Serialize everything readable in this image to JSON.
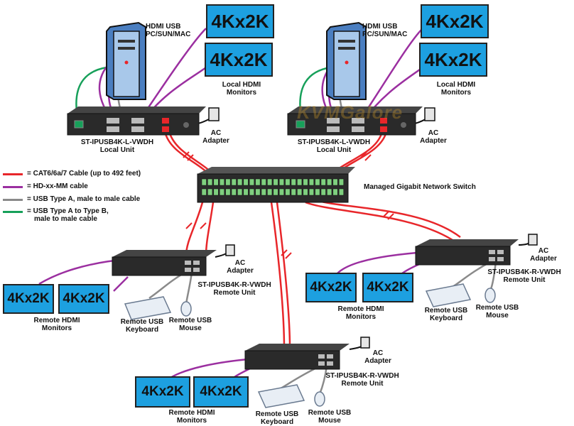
{
  "monitor_text": "4Kx2K",
  "watermark": "KVMGalore",
  "local_units": [
    {
      "pc_line1": "HDMI USB",
      "pc_line2": "PC/SUN/MAC",
      "monitors_line1": "Local HDMI",
      "monitors_line2": "Monitors",
      "ac_line1": "AC",
      "ac_line2": "Adapter",
      "unit_line1": "ST-IPUSB4K-L-VWDH",
      "unit_line2": "Local Unit"
    },
    {
      "pc_line1": "HDMI USB",
      "pc_line2": "PC/SUN/MAC",
      "monitors_line1": "Local HDMI",
      "monitors_line2": "Monitors",
      "ac_line1": "AC",
      "ac_line2": "Adapter",
      "unit_line1": "ST-IPUSB4K-L-VWDH",
      "unit_line2": "Local Unit"
    }
  ],
  "switch_label": "Managed Gigabit Network Switch",
  "remote_units": [
    {
      "ac_line1": "AC",
      "ac_line2": "Adapter",
      "unit_line1": "ST-IPUSB4K-R-VWDH",
      "unit_line2": "Remote Unit",
      "monitors_line1": "Remote HDMI",
      "monitors_line2": "Monitors",
      "keyboard_line1": "Remote USB",
      "keyboard_line2": "Keyboard",
      "mouse_line1": "Remote USB",
      "mouse_line2": "Mouse"
    },
    {
      "ac_line1": "AC",
      "ac_line2": "Adapter",
      "unit_line1": "ST-IPUSB4K-R-VWDH",
      "unit_line2": "Remote Unit",
      "monitors_line1": "Remote HDMI",
      "monitors_line2": "Monitors",
      "keyboard_line1": "Remote USB",
      "keyboard_line2": "Keyboard",
      "mouse_line1": "Remote USB",
      "mouse_line2": "Mouse"
    },
    {
      "ac_line1": "AC",
      "ac_line2": "Adapter",
      "unit_line1": "ST-IPUSB4K-R-VWDH",
      "unit_line2": "Remote Unit",
      "monitors_line1": "Remote HDMI",
      "monitors_line2": "Monitors",
      "keyboard_line1": "Remote USB",
      "keyboard_line2": "Keyboard",
      "mouse_line1": "Remote USB",
      "mouse_line2": "Mouse"
    }
  ],
  "legend": [
    {
      "color": "#e8262a",
      "line1": "= CAT6/6a/7 Cable (up to 492 feet)"
    },
    {
      "color": "#9b2fa0",
      "line1": "= HD-xx-MM cable"
    },
    {
      "color": "#8a8a8a",
      "line1": "= USB Type A, male to male cable"
    },
    {
      "color": "#17a05a",
      "line1": "= USB Type A to Type B,",
      "line2": "male to male cable"
    }
  ],
  "colors": {
    "cat6": "#e8262a",
    "hdmi": "#9b2fa0",
    "usb_a": "#8a8a8a",
    "usb_ab": "#17a05a",
    "monitor": "#1da0e0",
    "device": "#2a2a2a"
  }
}
